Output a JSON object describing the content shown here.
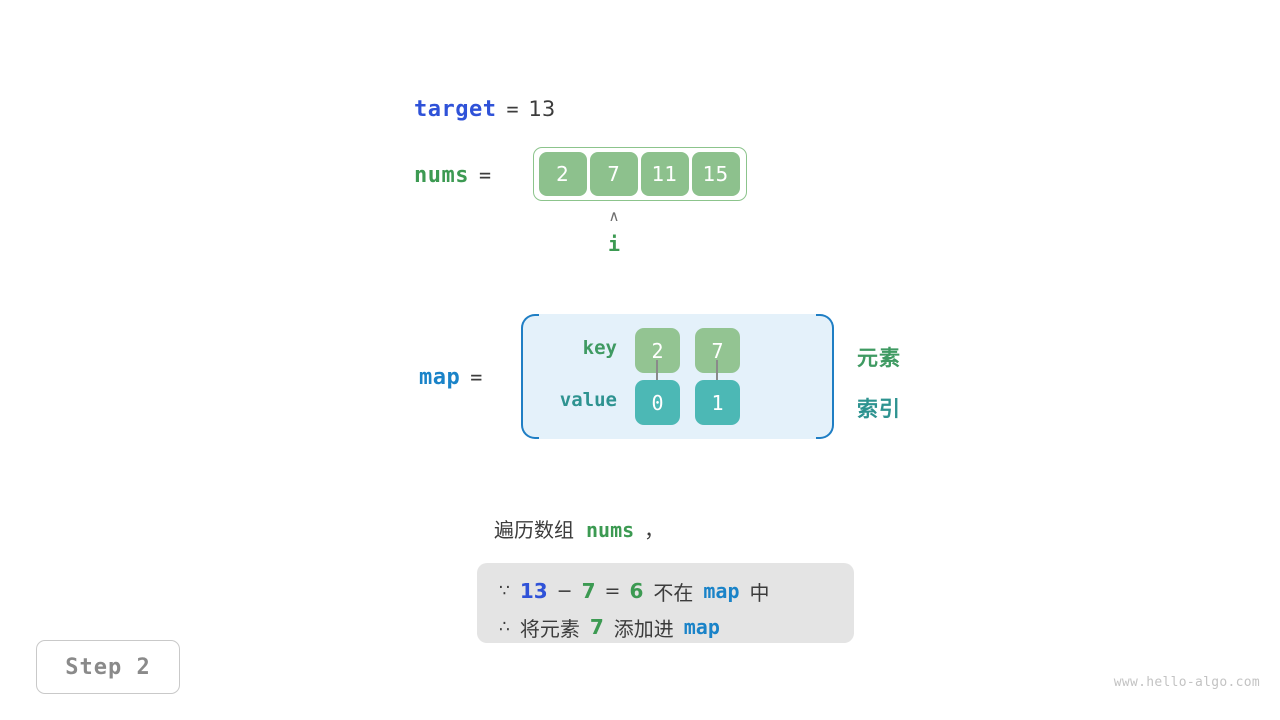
{
  "target_row": {
    "var_label": "target",
    "equals": "=",
    "value": "13"
  },
  "nums_row": {
    "var_label": "nums",
    "equals": "=",
    "cells": [
      "2",
      "7",
      "11",
      "15"
    ]
  },
  "pointer": {
    "caret": "∧",
    "label": "i",
    "index": 1
  },
  "map_section": {
    "var_label": "map",
    "equals": "=",
    "key_label": "key",
    "value_label": "value",
    "keys": [
      "2",
      "7"
    ],
    "values": [
      "0",
      "1"
    ],
    "side_labels": {
      "element": "元素",
      "index": "索引"
    }
  },
  "narrative": {
    "prefix": "遍历数组",
    "nums_token": "nums",
    "suffix": "，"
  },
  "conclusion": {
    "line1": {
      "because_symbol": "∵",
      "target_value": "13",
      "minus": "−",
      "current_value": "7",
      "equals": "=",
      "difference": "6",
      "not_in_text": "不在",
      "map_token": "map",
      "in_text": "中"
    },
    "line2": {
      "therefore_symbol": "∴",
      "add_text": "将元素",
      "element_value": "7",
      "append_text": "添加进",
      "map_token": "map"
    }
  },
  "step_badge": {
    "label": "Step 2"
  },
  "watermark": {
    "text": "www.hello-algo.com"
  },
  "colors": {
    "target_blue": "#2f52d8",
    "map_blue": "#1a83c8",
    "nums_green": "#3c9a52",
    "array_cell_green": "#8dc18d",
    "map_key_green": "#93c492",
    "map_value_teal": "#4cb8b5",
    "map_panel_bg": "#e4f1fa",
    "map_panel_border": "#1f7ec4",
    "conclusion_bg": "#e4e4e4",
    "arrow_gray": "#8a8a8a",
    "text_dark": "#3c3c3c"
  }
}
